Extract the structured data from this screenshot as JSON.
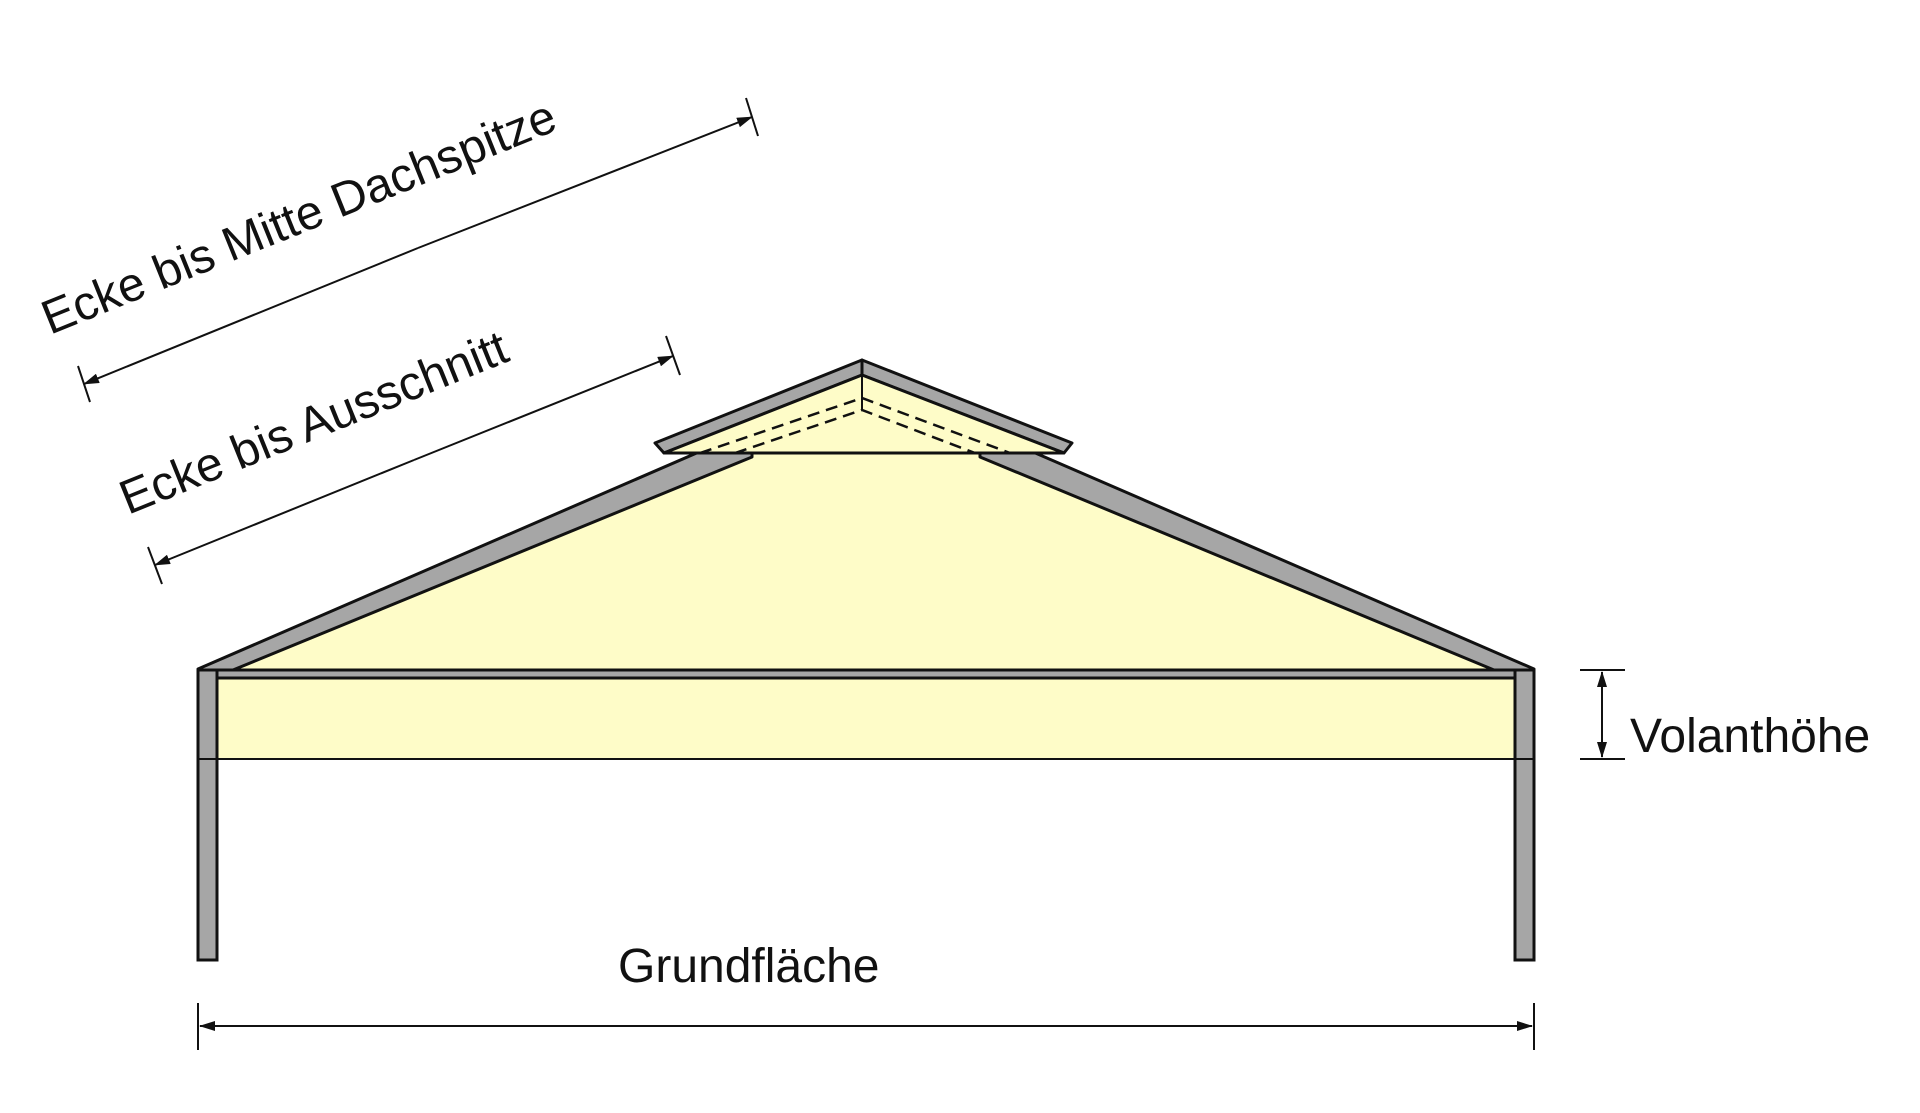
{
  "labels": {
    "corner_to_peak": "Ecke bis Mitte Dachspitze",
    "corner_to_cutout": "Ecke bis Ausschnitt",
    "valance_height": "Volanthöhe",
    "base_area": "Grundfläche"
  },
  "colors": {
    "canvas_fill": "#fefcc8",
    "frame_fill": "#a6a6a6",
    "line": "#111111",
    "background": "#ffffff"
  }
}
